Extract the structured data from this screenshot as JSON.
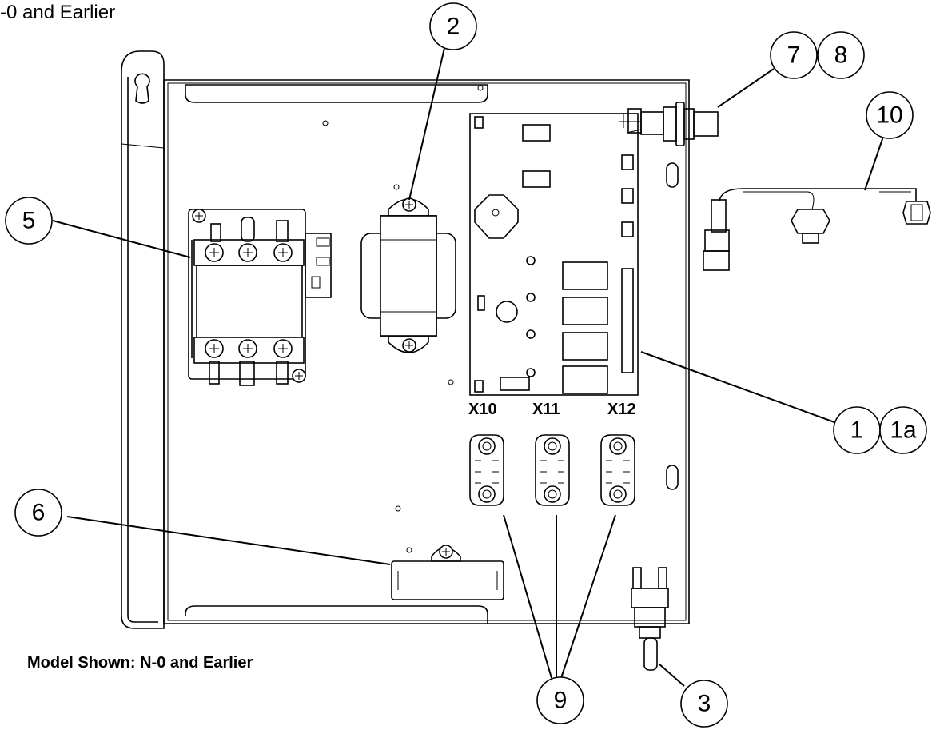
{
  "header": {
    "text": "-0 and Earlier"
  },
  "caption": {
    "text": "Model Shown: N-0 and Earlier"
  },
  "board_labels": {
    "x10": "X10",
    "x11": "X11",
    "x12": "X12"
  },
  "callouts": [
    "2",
    "7",
    "8",
    "10",
    "5",
    "1",
    "1a",
    "6",
    "9",
    "3"
  ]
}
